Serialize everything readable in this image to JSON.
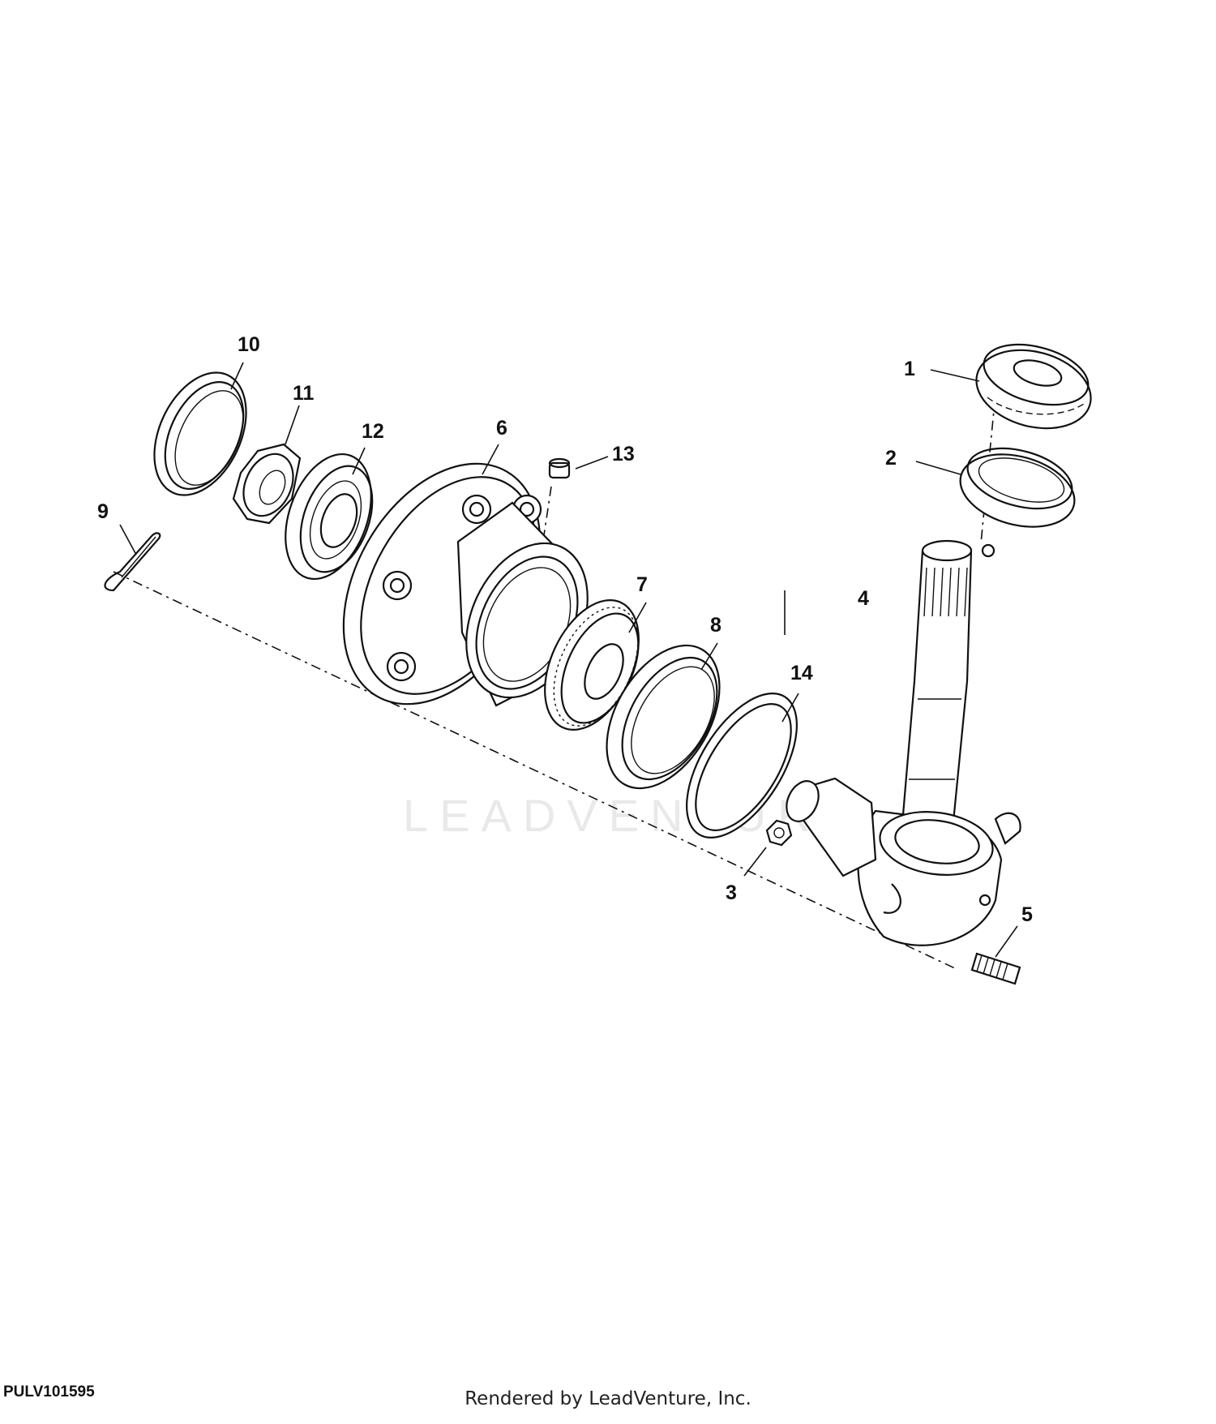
{
  "figure": {
    "id": "PULV101595",
    "credit": "Rendered by LeadVenture, Inc.",
    "watermark": "LEADVENTURE"
  },
  "callouts": [
    {
      "key": "c1",
      "text": "1"
    },
    {
      "key": "c2",
      "text": "2"
    },
    {
      "key": "c3",
      "text": "3"
    },
    {
      "key": "c4",
      "text": "4"
    },
    {
      "key": "c5",
      "text": "5"
    },
    {
      "key": "c6",
      "text": "6"
    },
    {
      "key": "c7",
      "text": "7"
    },
    {
      "key": "c8",
      "text": "8"
    },
    {
      "key": "c9",
      "text": "9"
    },
    {
      "key": "c10",
      "text": "10"
    },
    {
      "key": "c11",
      "text": "11"
    },
    {
      "key": "c12",
      "text": "12"
    },
    {
      "key": "c13",
      "text": "13"
    },
    {
      "key": "c14",
      "text": "14"
    }
  ],
  "icons": [
    "thrust-bearing-icon",
    "bearing-cup-icon",
    "lock-nut-icon",
    "spindle-icon",
    "set-screw-icon",
    "wheel-hub-icon",
    "tapered-bearing-icon",
    "seal-icon",
    "cotter-pin-icon",
    "dust-cap-icon",
    "slotted-nut-icon",
    "outer-bearing-icon",
    "grease-plug-icon",
    "washer-icon"
  ]
}
